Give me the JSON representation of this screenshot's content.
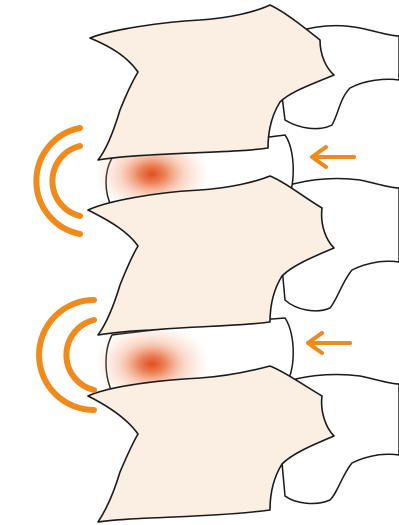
{
  "diagram": {
    "kind": "spine-segment-illustration",
    "vertebrae_count": 3,
    "intervertebral_discs_count": 2,
    "highlighted_discs": [
      1,
      2
    ],
    "colors": {
      "bone_fill": "#fbeee3",
      "outline": "#1a1a1a",
      "disc_fill": "#ffffff",
      "pain_core": "#e25a26",
      "pain_glow": "#f3a37f",
      "arrow": "#f08a1a",
      "signal_arcs": "#f08a1a"
    },
    "icons": {
      "pain_marker": "pain-glow-icon",
      "pressure_arrow": "arrow-left-icon",
      "signal_arcs": "radiating-arcs-icon"
    }
  }
}
